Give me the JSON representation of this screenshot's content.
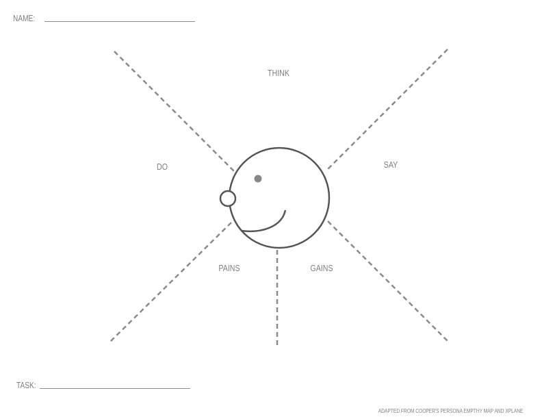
{
  "header": {
    "name_label": "NAME:"
  },
  "footer": {
    "task_label": "TASK:",
    "credit": "ADAPTED FROM COOPER'S PERSONA EMPTHY MAP AND XPLANE"
  },
  "quadrants": {
    "think": "THINK",
    "say": "SAY",
    "do": "DO",
    "pains": "PAINS",
    "gains": "GAINS"
  },
  "colors": {
    "text": "#7f7f7f",
    "divider": "#8a8a8a",
    "face_outline": "#555555",
    "eye": "#888888"
  },
  "icons": {
    "head": "head-profile-icon"
  }
}
